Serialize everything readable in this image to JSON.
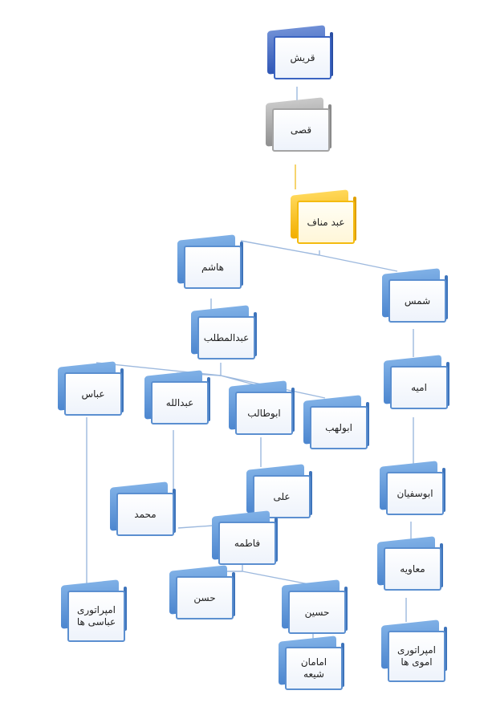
{
  "nodes": {
    "quraysh": "قریش",
    "qusay": "قصی",
    "abd_manaf": "عبد مناف",
    "hashim": "هاشم",
    "shams": "شمس",
    "abdul_muttalib": "عبدالمطلب",
    "umayya": "امیه",
    "abbas": "عباس",
    "abdullah": "عبدالله",
    "abu_talib": "ابوطالب",
    "abu_lahab": "ابولهب",
    "muhammad": "محمد",
    "ali": "علی",
    "fatima": "فاطمه",
    "abu_sufyan": "ابوسفیان",
    "muawiya": "معاویه",
    "hasan": "حسن",
    "husayn": "حسین",
    "shia_imams": "امامان شیعه",
    "abbasid_empire": "امپراتوری عباسی ها",
    "umayyad_empire": "امپراتوری اموی ها"
  },
  "colors": {
    "connector": "#9db9de",
    "connector_gold": "#f2c230",
    "node_dark": "#2f56b5",
    "node_gray": "#9a9a9a",
    "node_gold": "#f2ae00",
    "node_blue": "#4c86cf"
  }
}
